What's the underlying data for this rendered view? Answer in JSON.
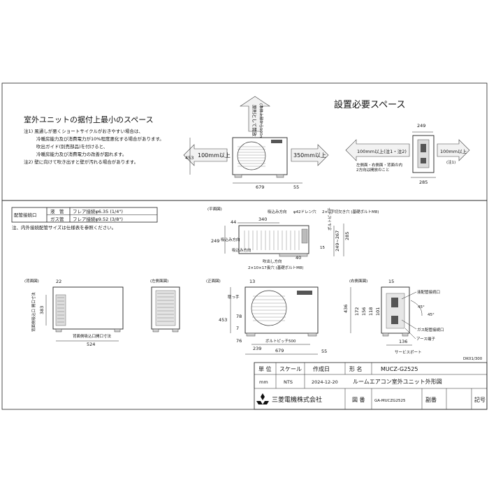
{
  "sheet": {
    "left_title": "室外ユニットの据付上最小のスペース",
    "right_title": "設置必要スペース",
    "notes": [
      "注1) 風通しが悪くショートサイクルがおきやすい場合は、",
      "冷暖房能力及び消費電力が10%程度悪化する場合があります。",
      "吹出ガイド(別売部品)を付けると、",
      "冷暖房能力及び消費電力の改善が図れます。",
      "注2) 壁に向けて吹き出すと壁が汚れる場合があります。"
    ],
    "top_arrow_label": "原則として開放",
    "top_arrow_sub": "(本体上部から100mm以上)",
    "left_space": "100mm以上",
    "right_space": "350mm以上",
    "dim_453": "453",
    "dim_679": "679",
    "dim_55": "55",
    "r_width_249": "249",
    "r_width_285": "285",
    "r_left_space": "100mm以上(注1・注2)",
    "r_left_note1": "左側面・右側面・背面の内",
    "r_left_note2": "2方向は開放のこと",
    "r_right_space": "100mm以上",
    "r_right_note": "(注1)"
  },
  "pipe_table": {
    "header": "配管接続口",
    "rows": [
      {
        "type": "液　管",
        "conn": "フレア接続φ6.35 (1/4\")"
      },
      {
        "type": "ガス管",
        "conn": "フレア接続φ9.52 (3/8\")"
      }
    ],
    "note": "注、内外接続配管サイズは仕様表を参照ください。"
  },
  "plan_view": {
    "title": "(平面図)",
    "intake_top": "吸込み方向",
    "drain": "φ42ドレン穴",
    "uslot": "2×U字切欠き穴 (基礎ボルトM8)",
    "d340": "340",
    "d44": "44",
    "d249": "249",
    "intake_left": "吸込み方向",
    "intake_bottom": "吸込み方向",
    "d15": "15",
    "bolt_pitch": "ボルトピッチ",
    "d249_267": "249~267",
    "d285": "285",
    "d40": "40",
    "outlet": "吹出し方向",
    "long_hole": "2×10×17長穴 (基礎ボルトM8)"
  },
  "back_view": {
    "title": "(背面図)",
    "d22": "22",
    "d383": "383",
    "side_label": "背面側吸込口 開口寸法",
    "bottom_label": "背面側吸込口開口寸法",
    "d524": "524"
  },
  "left_view": {
    "title": "(左側面図)"
  },
  "front_view": {
    "title": "(正面図)",
    "d13": "13",
    "handle": "取っ手",
    "d453": "453",
    "d78": "78",
    "d7": "7",
    "d76": "76",
    "bolt_pitch": "ボルトピッチ500",
    "d239": "239",
    "d679": "679",
    "d55": "55"
  },
  "right_view": {
    "title": "(右側面図)",
    "d15": "15",
    "liquid_port": "液配管接続口",
    "d436": "436",
    "d172": "172",
    "d156": "156",
    "d118": "118",
    "d101": "101",
    "ang1": "45°",
    "ang2": "45°",
    "gas_port": "ガス配管接続口",
    "earth": "アース端子",
    "d136": "136",
    "service": "サービスポート"
  },
  "doc_code": "DK01/300",
  "title_block": {
    "unit_h": "単 位",
    "scale_h": "スケール",
    "date_h": "作成日",
    "model_h": "形 名",
    "model": "MUCZ-G2525",
    "unit": "mm",
    "scale": "NTS",
    "date": "2024-12-20",
    "drawing_title": "ルームエアコン室外ユニット外形図",
    "company": "三菱電機株式会社",
    "dwg_h": "図 番",
    "dwg_no": "GA-MUCZG2525",
    "sub_h": "副番",
    "sym_h": "記号"
  }
}
